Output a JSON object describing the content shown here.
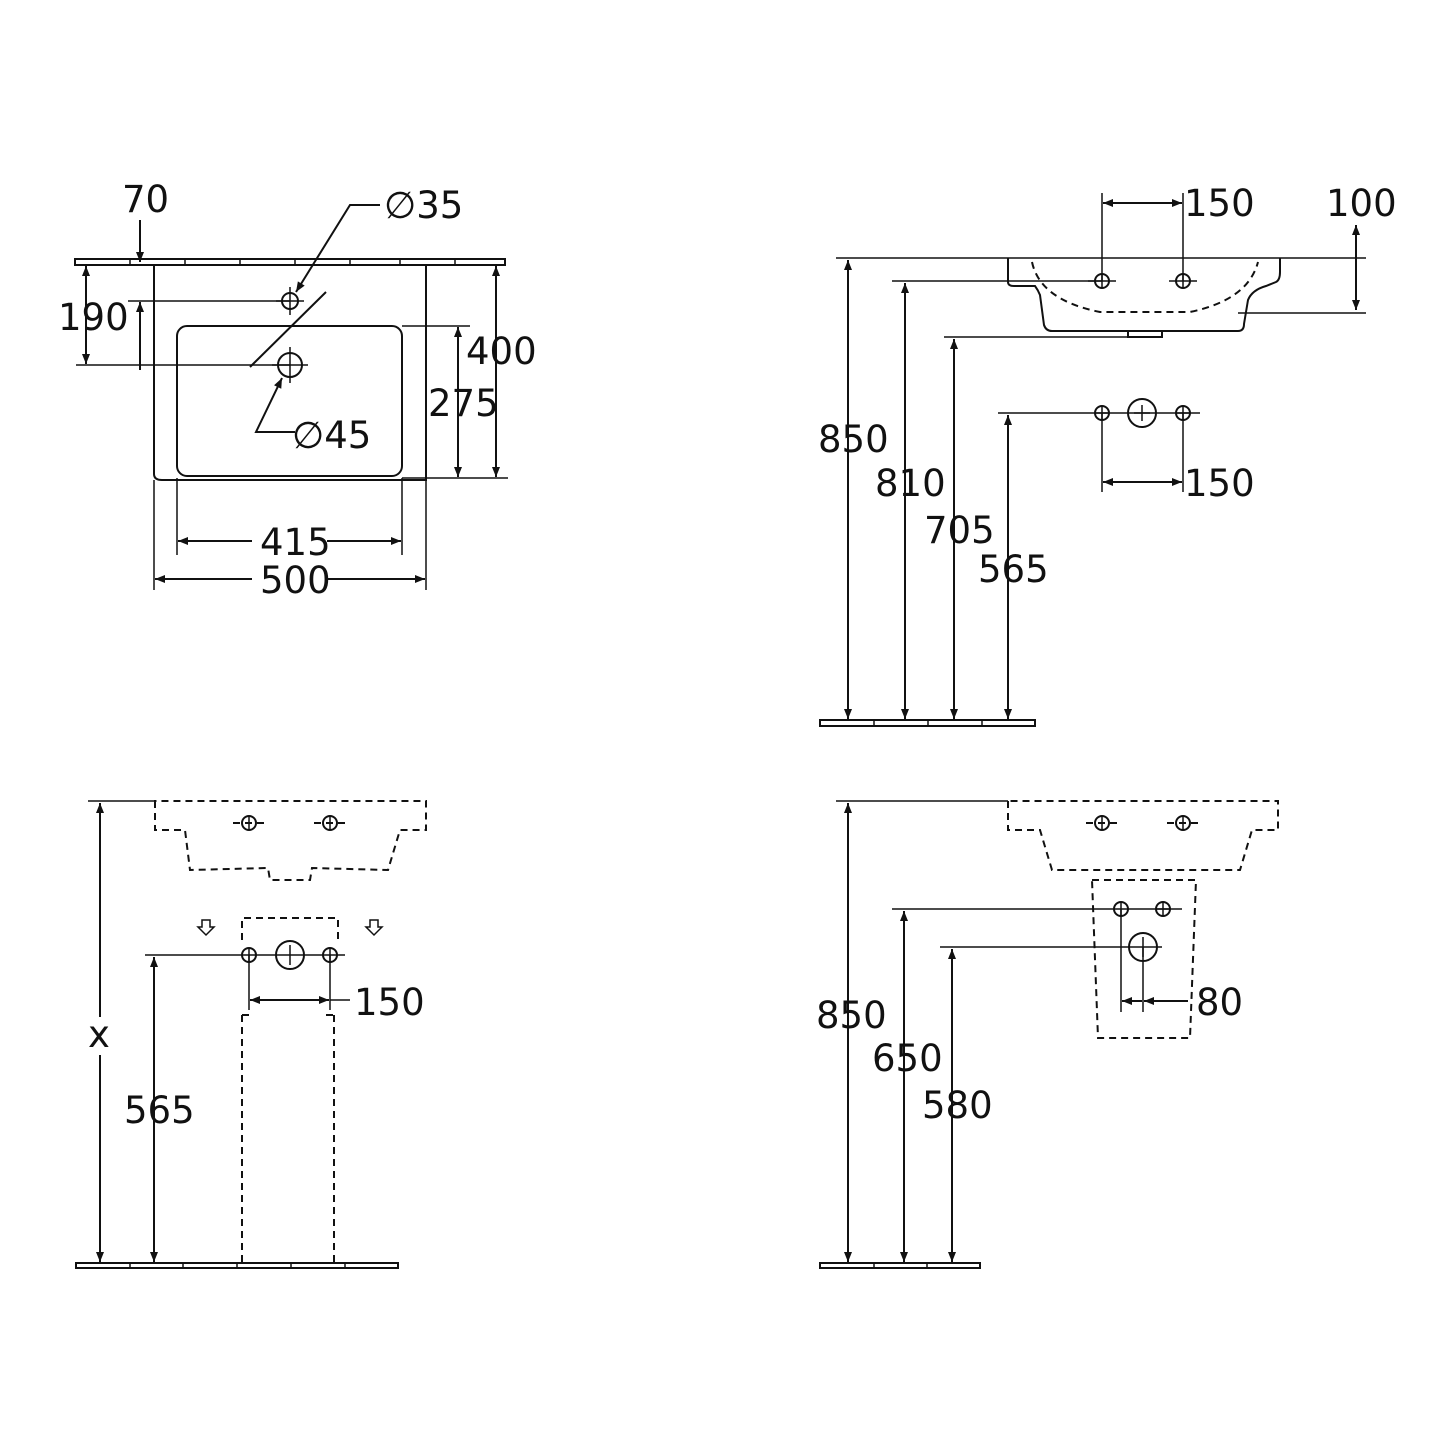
{
  "views": {
    "top_view": {
      "dim_70": "70",
      "dim_190": "190",
      "dim_dia35": "∅35",
      "dim_dia45": "∅45",
      "dim_400": "400",
      "dim_275": "275",
      "dim_415": "415",
      "dim_500": "500"
    },
    "side_view": {
      "dim_150_top": "150",
      "dim_100": "100",
      "dim_850": "850",
      "dim_810": "810",
      "dim_705": "705",
      "dim_565": "565",
      "dim_150_bottom": "150"
    },
    "pedestal_view": {
      "dim_x": "x",
      "dim_565": "565",
      "dim_150": "150"
    },
    "trap_cover_view": {
      "dim_850": "850",
      "dim_650": "650",
      "dim_580": "580",
      "dim_80": "80"
    }
  }
}
